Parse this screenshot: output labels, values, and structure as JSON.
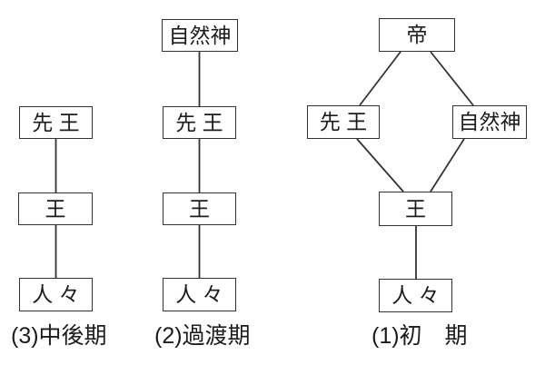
{
  "diagram": {
    "title": "worship-structure-evolution-diagram",
    "stages": {
      "stage3": {
        "caption": "(3)中後期",
        "nodes": {
          "ancestor_kings": "先 王",
          "king": "王",
          "people": "人 々"
        },
        "edges": [
          [
            "ancestor_kings",
            "king"
          ],
          [
            "king",
            "people"
          ]
        ]
      },
      "stage2": {
        "caption": "(2)過渡期",
        "nodes": {
          "nature_gods": "自然神",
          "ancestor_kings": "先 王",
          "king": "王",
          "people": "人 々"
        },
        "edges": [
          [
            "nature_gods",
            "ancestor_kings"
          ],
          [
            "ancestor_kings",
            "king"
          ],
          [
            "king",
            "people"
          ]
        ]
      },
      "stage1": {
        "caption": "(1)初　期",
        "nodes": {
          "emperor": "帝",
          "ancestor_kings": "先 王",
          "nature_gods": "自然神",
          "king": "王",
          "people": "人 々"
        },
        "edges": [
          [
            "emperor",
            "ancestor_kings"
          ],
          [
            "emperor",
            "nature_gods"
          ],
          [
            "ancestor_kings",
            "king"
          ],
          [
            "nature_gods",
            "king"
          ],
          [
            "king",
            "people"
          ]
        ]
      }
    },
    "colors": {
      "background": "#ffffff",
      "line": "#333333",
      "box_border": "#333333",
      "text": "#1c1c1c"
    }
  }
}
